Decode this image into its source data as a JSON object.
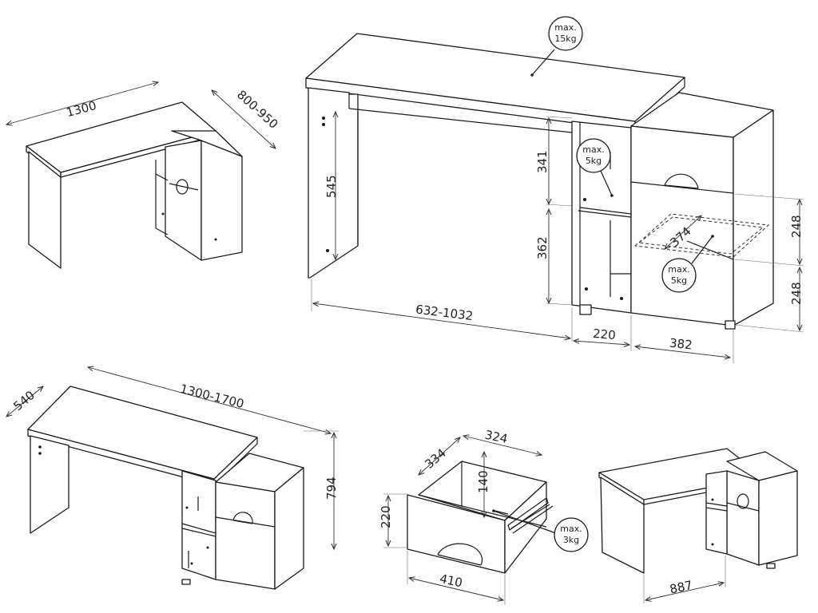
{
  "dimensions": {
    "width_desk": "1300",
    "depth_range": "800-950",
    "width_range": "1300-1700",
    "depth": "540",
    "height": "794",
    "leg_height": "545",
    "shelf_upper": "341",
    "shelf_lower": "362",
    "desk_span": "632-1032",
    "shelf_width": "220",
    "cabinet_width": "382",
    "drawer_height_1": "248",
    "drawer_height_2": "248",
    "drawer_depth_diag": "374",
    "drawer_inner_depth": "334",
    "drawer_inner_width": "324",
    "drawer_inner_height": "140",
    "drawer_front_height": "220",
    "drawer_front_width": "410",
    "corner_depth": "887"
  },
  "load_limits": {
    "top": {
      "line1": "max.",
      "line2": "15kg"
    },
    "shelf": {
      "line1": "max.",
      "line2": "5kg"
    },
    "pullout": {
      "line1": "max.",
      "line2": "5kg"
    },
    "drawer": {
      "line1": "max.",
      "line2": "3kg"
    }
  }
}
